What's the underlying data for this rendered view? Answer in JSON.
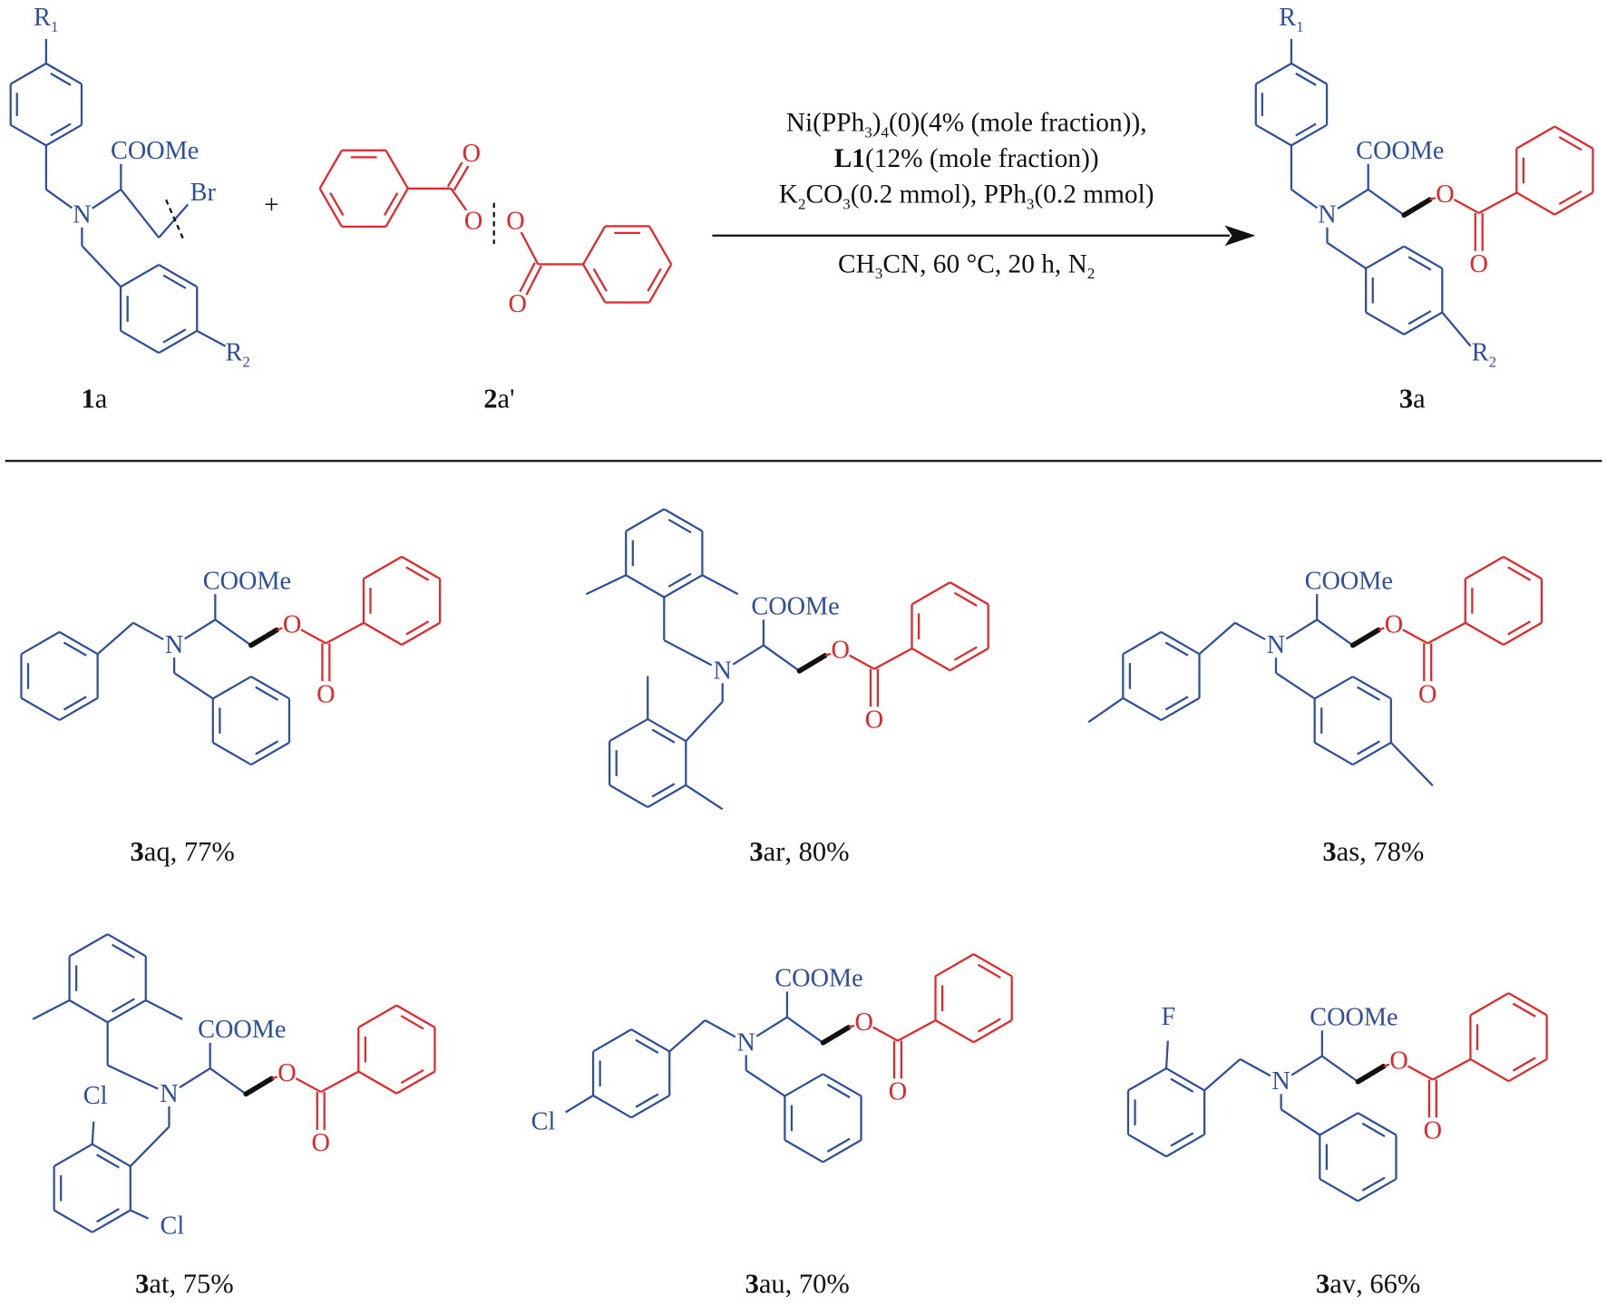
{
  "colors": {
    "substrate": "#2f4f9b",
    "reagent": "#e3262b",
    "ink": "#111111"
  },
  "scheme": {
    "reactants": [
      {
        "id_bold": "1",
        "id_rest": "a",
        "R1": "R",
        "R1_sub": "1",
        "R2": "R",
        "R2_sub": "2",
        "ester": "COOMe",
        "leaving": "Br",
        "N": "N"
      },
      {
        "id_bold": "2",
        "id_rest": "a'",
        "O": "O"
      }
    ],
    "plus": "+",
    "product": {
      "id_bold": "3",
      "id_rest": "a"
    },
    "conditions": [
      [
        [
          "Ni(PPh",
          ""
        ],
        [
          "3",
          "sub"
        ],
        [
          ")",
          ""
        ],
        [
          "4",
          "sub"
        ],
        [
          "(0)(4% (mole fraction)),",
          ""
        ]
      ],
      [
        [
          "L1",
          "bold"
        ],
        [
          "(12% (mole fraction))",
          ""
        ]
      ],
      [
        [
          "K",
          ""
        ],
        [
          "2",
          "sub"
        ],
        [
          "CO",
          ""
        ],
        [
          "3",
          "sub"
        ],
        [
          "(0.2 mmol), PPh",
          ""
        ],
        [
          "3",
          "sub"
        ],
        [
          "(0.2 mmol)",
          ""
        ]
      ],
      [
        [
          "CH",
          ""
        ],
        [
          "3",
          "sub"
        ],
        [
          "CN, 60 °C, 20 h, N",
          ""
        ],
        [
          "2",
          "sub"
        ]
      ]
    ]
  },
  "atoms": {
    "N": "N",
    "O": "O",
    "ester": "COOMe",
    "F": "F",
    "Cl": "Cl"
  },
  "products": [
    {
      "id_bold": "3",
      "id_rest": "aq",
      "yield": ", 77%"
    },
    {
      "id_bold": "3",
      "id_rest": "ar",
      "yield": ", 80%"
    },
    {
      "id_bold": "3",
      "id_rest": "as",
      "yield": ", 78%"
    },
    {
      "id_bold": "3",
      "id_rest": "at",
      "yield": ", 75%"
    },
    {
      "id_bold": "3",
      "id_rest": "au",
      "yield": ", 70%"
    },
    {
      "id_bold": "3",
      "id_rest": "av",
      "yield": ", 66%"
    }
  ]
}
